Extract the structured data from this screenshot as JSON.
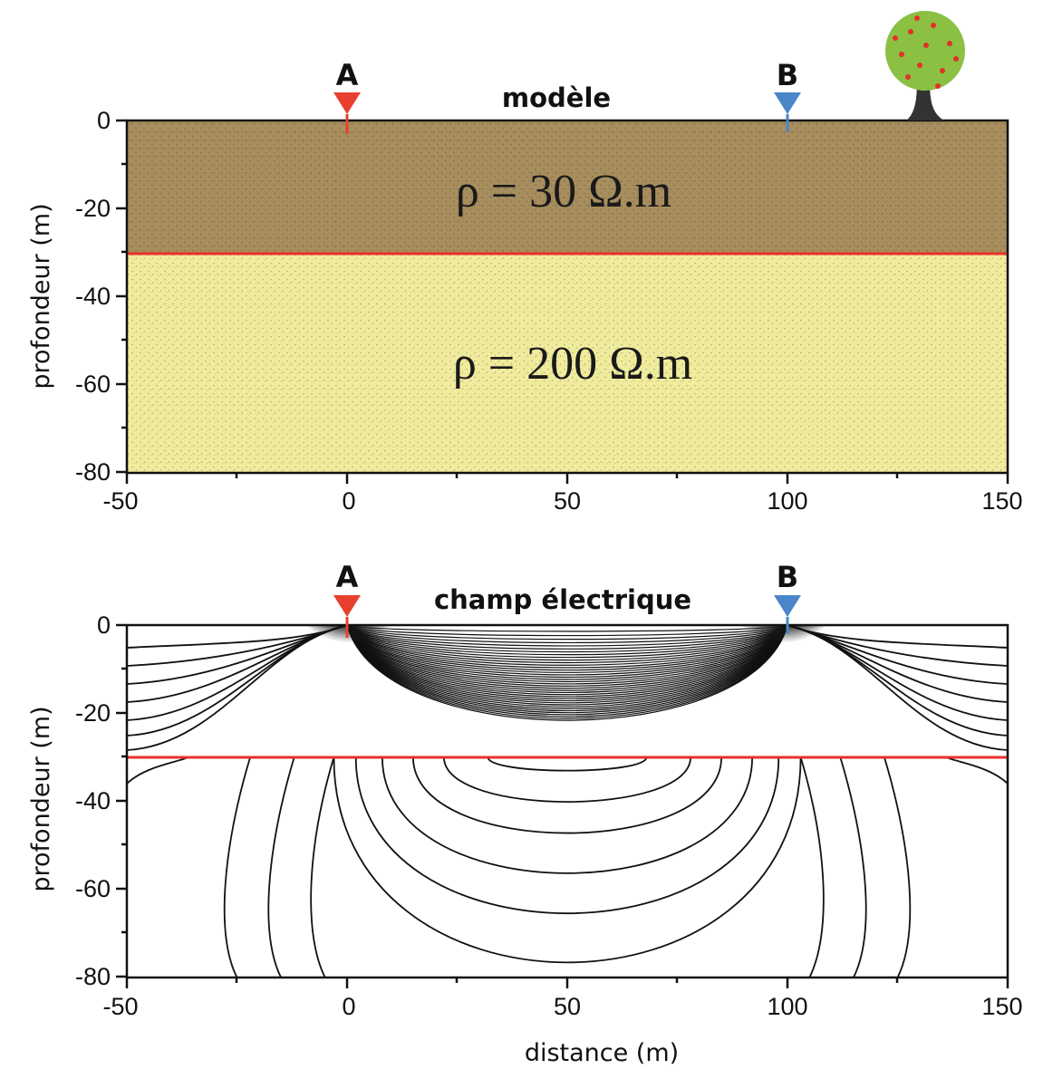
{
  "panels": [
    {
      "title": "modèle",
      "y_axis_label": "profondeur (m)",
      "x_ticks": [
        "-50",
        "0",
        "50",
        "100",
        "150"
      ],
      "y_ticks": [
        "0",
        "-20",
        "-40",
        "-60",
        "-80"
      ],
      "layers": [
        {
          "label": "ρ = 30 Ω.m",
          "resistivity_ohm_m": 30,
          "top_m": 0,
          "bottom_m": -30,
          "color": "#a88e5c"
        },
        {
          "label": "ρ = 200 Ω.m",
          "resistivity_ohm_m": 200,
          "top_m": -30,
          "bottom_m": -80,
          "color": "#f1ec9c"
        }
      ],
      "interface_depth_m": -30,
      "interface_color": "#e8302a"
    },
    {
      "title": "champ électrique",
      "y_axis_label": "profondeur (m)",
      "x_axis_label": "distance (m)",
      "x_ticks": [
        "-50",
        "0",
        "50",
        "100",
        "150"
      ],
      "y_ticks": [
        "0",
        "-20",
        "-40",
        "-60",
        "-80"
      ]
    }
  ],
  "electrodes": [
    {
      "label": "A",
      "x_m": 0,
      "color": "#e8402e"
    },
    {
      "label": "B",
      "x_m": 100,
      "color": "#4a86c8"
    }
  ],
  "x_range_m": [
    -50,
    150
  ],
  "depth_range_m": [
    0,
    -80
  ]
}
